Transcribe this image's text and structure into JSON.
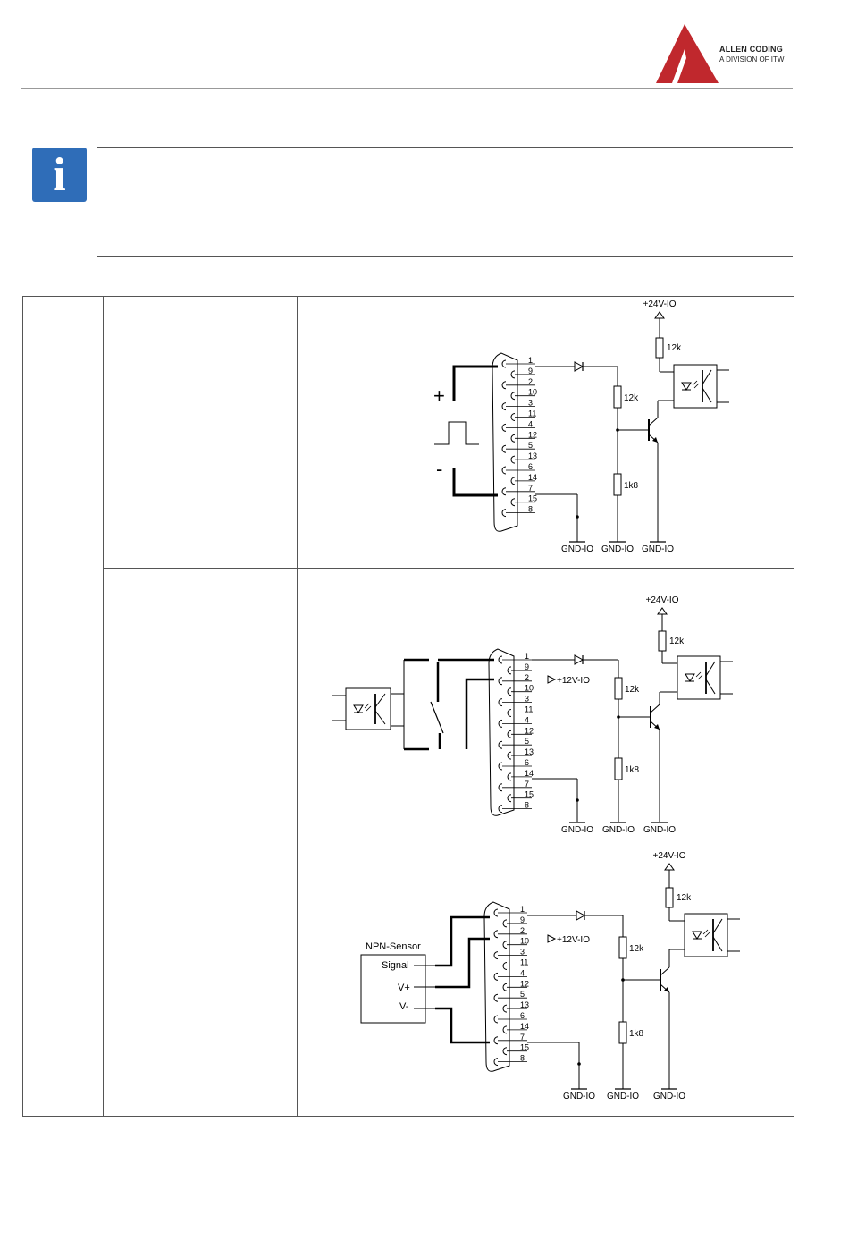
{
  "header": {
    "logo_line1": "ALLEN CODING",
    "logo_line2": "A DIVISION OF ITW",
    "logo_color": "#c0282d"
  },
  "info_icon": {
    "glyph": "i",
    "color": "#2f6db8"
  },
  "diagram1": {
    "supply": "+24V-IO",
    "r_top": "12k",
    "r_mid": "12k",
    "r_low": "1k8",
    "plus": "+",
    "minus": "-",
    "pins": [
      "1",
      "9",
      "2",
      "10",
      "3",
      "11",
      "4",
      "12",
      "5",
      "13",
      "6",
      "14",
      "7",
      "15",
      "8"
    ],
    "gnd": [
      "GND-IO",
      "GND-IO",
      "GND-IO"
    ]
  },
  "diagram2": {
    "supply": "+24V-IO",
    "r_top": "12k",
    "r_mid": "12k",
    "r_low": "1k8",
    "v12": "+12V-IO",
    "pins": [
      "1",
      "9",
      "2",
      "10",
      "3",
      "11",
      "4",
      "12",
      "5",
      "13",
      "6",
      "14",
      "7",
      "15",
      "8"
    ],
    "gnd": [
      "GND-IO",
      "GND-IO",
      "GND-IO"
    ]
  },
  "diagram3": {
    "supply": "+24V-IO",
    "r_top": "12k",
    "r_mid": "12k",
    "r_low": "1k8",
    "v12": "+12V-IO",
    "sensor_title": "NPN-Sensor",
    "sensor_signal": "Signal",
    "sensor_vplus": "V+",
    "sensor_vminus": "V-",
    "pins": [
      "1",
      "9",
      "2",
      "10",
      "3",
      "11",
      "4",
      "12",
      "5",
      "13",
      "6",
      "14",
      "7",
      "15",
      "8"
    ],
    "gnd": [
      "GND-IO",
      "GND-IO",
      "GND-IO"
    ]
  }
}
